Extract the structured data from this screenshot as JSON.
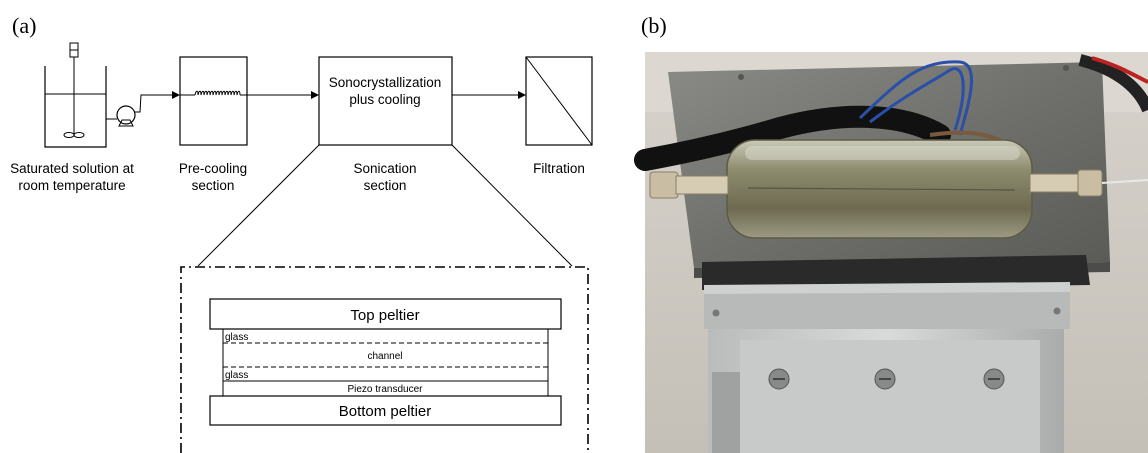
{
  "panel_a": {
    "label": "(a)",
    "steps": [
      {
        "line1": "Saturated solution at",
        "line2": "room temperature"
      },
      {
        "line1": "Pre-cooling",
        "line2": "section"
      },
      {
        "line1": "Sonication",
        "line2": "section",
        "box_line1": "Sonocrystallization",
        "box_line2": "plus cooling"
      },
      {
        "line1": "Filtration"
      }
    ],
    "stack": {
      "top_peltier": "Top peltier",
      "glass_top": "glass",
      "channel": "channel",
      "glass_bottom": "glass",
      "piezo": "Piezo transducer",
      "bottom_peltier": "Bottom peltier"
    }
  },
  "panel_b": {
    "label": "(b)"
  }
}
